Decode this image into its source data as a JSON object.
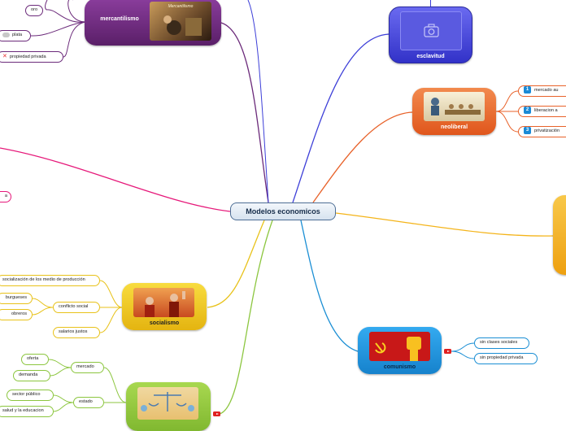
{
  "central": "Modelos economicos",
  "mercantilismo": {
    "label": "mercantilismo",
    "image_caption": "Mercantilismo",
    "leaves": {
      "oro": "oro",
      "plata": "plata",
      "propiedad": "propiedad privada"
    }
  },
  "esclavitud": {
    "label": "esclavitud",
    "icon": "camera-icon"
  },
  "neoliberal": {
    "label": "neoliberal",
    "leaves": [
      {
        "num": "1",
        "label": "mercado au"
      },
      {
        "num": "2",
        "label": "liberacion a"
      },
      {
        "num": "3",
        "label": "privatización"
      }
    ]
  },
  "left_edge_leaf": "a",
  "socialismo": {
    "label": "socialismo",
    "leaves": {
      "socializacion": "socialización de los medio de producción",
      "conflicto": "conflicto social",
      "burgueses": "burgueses",
      "obreros": "obreros",
      "salarios": "salarios justos"
    }
  },
  "comunismo": {
    "label": "comunismo",
    "leaves": {
      "sin_clases": "sin clases sociales",
      "sin_propiedad": "sin propiedad privada"
    }
  },
  "bottom_topic": {
    "leaves": {
      "mercado": "mercado",
      "oferta": "oferta",
      "demanda": "demanda",
      "estado": "estado",
      "sector": "sector público",
      "salud": "salud y la educacion"
    }
  },
  "colors": {
    "mercantilismo": "#6b2a7a",
    "esclavitud": "#3d3fd8",
    "neoliberal": "#e8622a",
    "socialismo": "#e8c21a",
    "comunismo": "#1a8ed4",
    "bottom_topic": "#8cc63f",
    "right_topic": "#f4b41a",
    "left_branch": "#e6197a"
  }
}
